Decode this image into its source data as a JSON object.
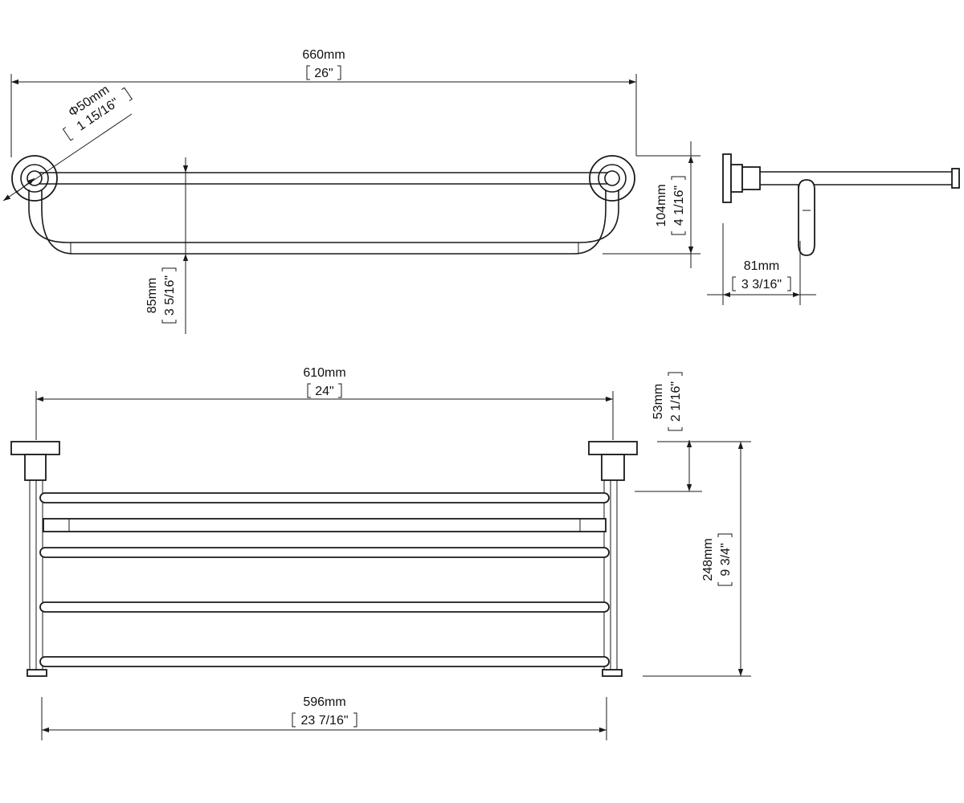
{
  "dimensions": {
    "top_width": {
      "mm": "660mm",
      "inch": "26\""
    },
    "diameter": {
      "mm": "Φ50mm",
      "inch": "1 15/16\""
    },
    "top_height": {
      "mm": "104mm",
      "inch": "4 1/16\""
    },
    "bar_drop": {
      "mm": "85mm",
      "inch": "3 5/16\""
    },
    "side_depth": {
      "mm": "81mm",
      "inch": "3 3/16\""
    },
    "front_width": {
      "mm": "610mm",
      "inch": "24\""
    },
    "front_offset": {
      "mm": "53mm",
      "inch": "2 1/16\""
    },
    "front_height": {
      "mm": "248mm",
      "inch": "9 3/4\""
    },
    "front_inner_width": {
      "mm": "596mm",
      "inch": "23 7/16\""
    }
  },
  "colors": {
    "line": "#1a1a1a",
    "background": "#ffffff"
  }
}
